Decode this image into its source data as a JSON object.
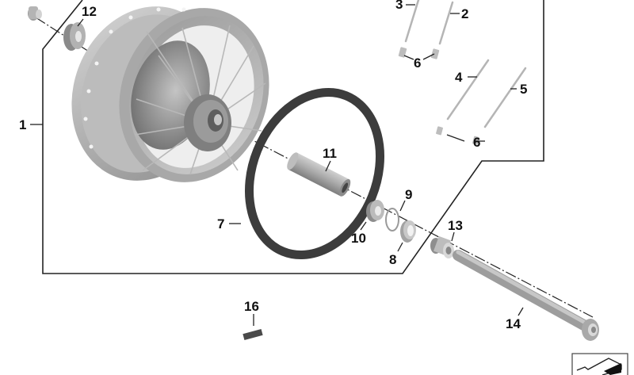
{
  "diagram": {
    "type": "exploded-parts-view",
    "subject": "spoked rear wheel assembly",
    "colors": {
      "background": "#ffffff",
      "metal_light": "#c9c9c9",
      "metal_mid": "#a9a9a9",
      "metal_dark": "#7d7d7d",
      "rim_tape": "#3c3c3c",
      "line": "#222222"
    },
    "callouts": [
      {
        "id": "1",
        "label": "1",
        "part": "wheel assembly (group frame)"
      },
      {
        "id": "2",
        "label": "2",
        "part": "spoke"
      },
      {
        "id": "3",
        "label": "3",
        "part": "spoke"
      },
      {
        "id": "4",
        "label": "4",
        "part": "spoke"
      },
      {
        "id": "5",
        "label": "5",
        "part": "spoke"
      },
      {
        "id": "6a",
        "label": "6",
        "part": "spoke nipple"
      },
      {
        "id": "6b",
        "label": "6",
        "part": "spoke nipple"
      },
      {
        "id": "7",
        "label": "7",
        "part": "rim tape"
      },
      {
        "id": "8",
        "label": "8",
        "part": "washer"
      },
      {
        "id": "9",
        "label": "9",
        "part": "circlip"
      },
      {
        "id": "10",
        "label": "10",
        "part": "bearing"
      },
      {
        "id": "11",
        "label": "11",
        "part": "spacer tube"
      },
      {
        "id": "12",
        "label": "12",
        "part": "bearing"
      },
      {
        "id": "13",
        "label": "13",
        "part": "spacer bushing"
      },
      {
        "id": "14",
        "label": "14",
        "part": "axle"
      },
      {
        "id": "16",
        "label": "16",
        "part": "balance weight"
      }
    ],
    "corner_icon": "parts-catalog-logo-icon"
  }
}
